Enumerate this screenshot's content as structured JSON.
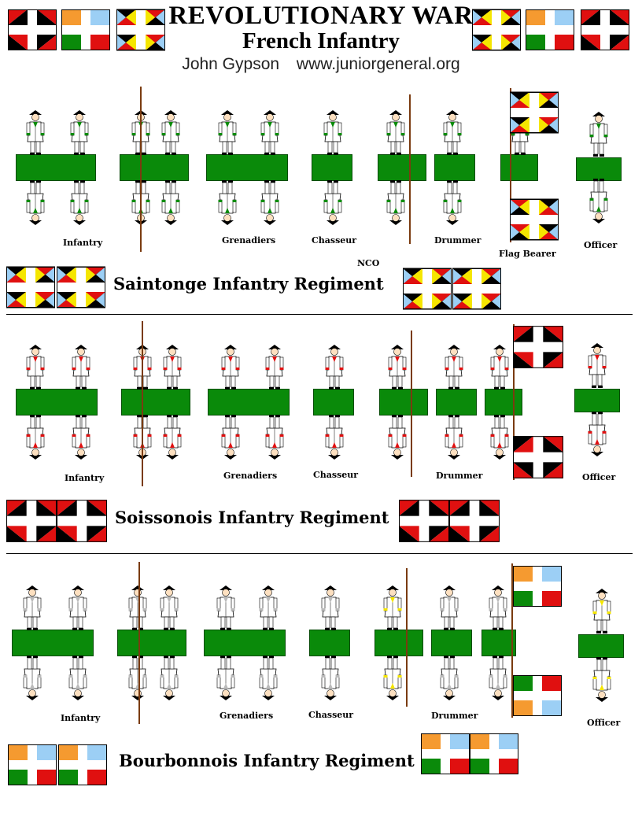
{
  "header": {
    "title": "REVOLUTIONARY WAR",
    "subtitle": "French Infantry",
    "author": "John Gypson",
    "website": "www.juniorgeneral.org"
  },
  "colors": {
    "base_green": "#0a8a0a",
    "coat_white": "#ffffff",
    "saintonge_cuff": "#0a8a0a",
    "soissonois_cuff": "#e01010",
    "bourbonnois_cuff": "#ffffff",
    "flag_red": "#e01010",
    "flag_black": "#000000",
    "flag_yellow": "#f5e600",
    "flag_lightblue": "#9ccff5",
    "flag_orange": "#f59a30",
    "flag_green": "#0a8a0a"
  },
  "regiments": [
    {
      "name": "Saintonge Infantry Regiment",
      "flag_pattern": "saintonge",
      "labels": {
        "infantry": "Infantry",
        "grenadiers": "Grenadiers",
        "chasseur": "Chasseur",
        "nco": "NCO",
        "drummer": "Drummer",
        "flag_bearer": "Flag Bearer",
        "officer": "Officer"
      }
    },
    {
      "name": "Soissonois Infantry Regiment",
      "flag_pattern": "soissonois",
      "labels": {
        "infantry": "Infantry",
        "grenadiers": "Grenadiers",
        "chasseur": "Chasseur",
        "drummer": "Drummer",
        "officer": "Officer"
      }
    },
    {
      "name": "Bourbonnois Infantry Regiment",
      "flag_pattern": "bourbonnois",
      "labels": {
        "infantry": "Infantry",
        "grenadiers": "Grenadiers",
        "chasseur": "Chasseur",
        "drummer": "Drummer",
        "officer": "Officer"
      }
    }
  ]
}
